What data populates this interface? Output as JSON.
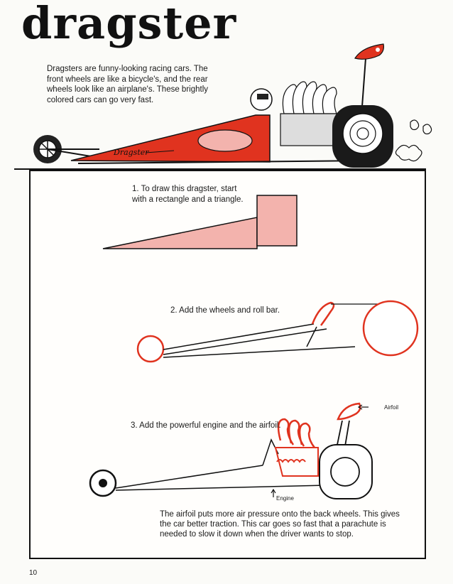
{
  "title": "dragster",
  "intro": "Dragsters are funny-looking racing cars. The front wheels are like a bicycle's, and the rear wheels look like an airplane's. These brightly colored cars can go very fast.",
  "car_decal": "Dragster",
  "steps": [
    {
      "text": "1. To draw this dragster, start with a rectangle and a triangle."
    },
    {
      "text": "2. Add the wheels and roll bar."
    },
    {
      "text": "3. Add the powerful engine and the airfoil."
    }
  ],
  "callouts": {
    "airfoil": "Airfoil",
    "engine": "Engine"
  },
  "footer": "The airfoil puts more air pressure onto the back wheels. This gives the car better traction. This car goes so fast that a parachute is needed to slow it down when the driver wants to stop.",
  "page_number": "10",
  "colors": {
    "accent_red": "#e0331f",
    "fill_pink": "#f3b3ad",
    "ink": "#111111"
  }
}
